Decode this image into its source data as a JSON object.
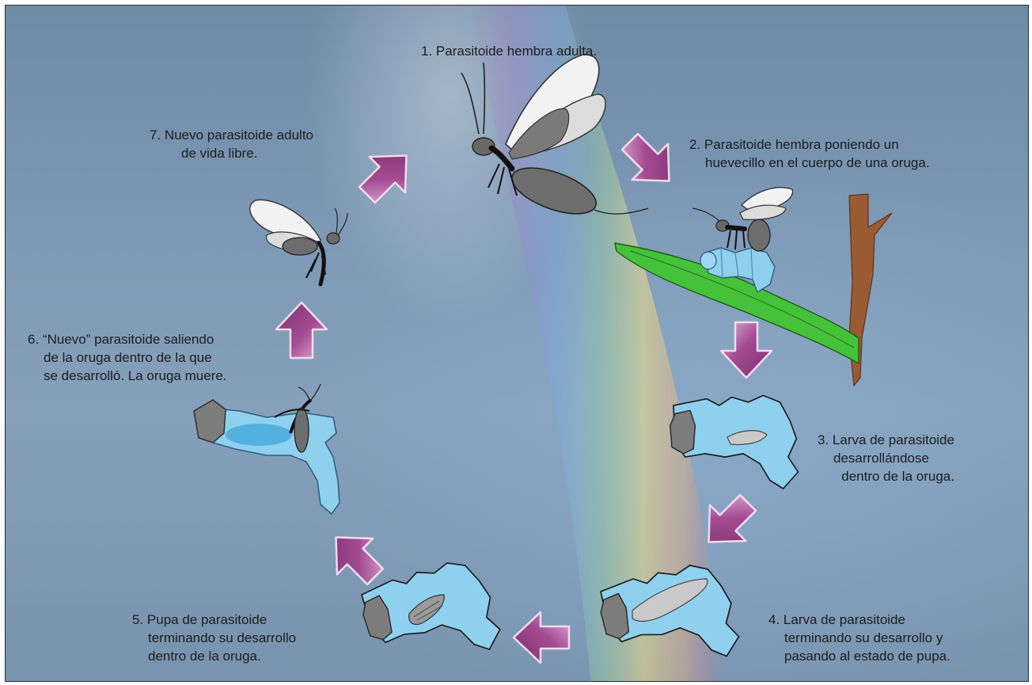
{
  "steps": [
    {
      "number": "1.",
      "lines": [
        "Parasitoide hembra adulta."
      ]
    },
    {
      "number": "2.",
      "lines": [
        "Parasitoide hembra poniendo un",
        "huevecillo en el cuerpo de una oruga."
      ]
    },
    {
      "number": "3.",
      "lines": [
        "Larva de parasitoide",
        "desarrollándose",
        "dentro de la oruga."
      ]
    },
    {
      "number": "4.",
      "lines": [
        "Larva de parasitoide",
        "terminando su desarrollo y",
        "pasando al estado de pupa."
      ]
    },
    {
      "number": "5.",
      "lines": [
        "Pupa de parasitoide",
        "terminando su desarrollo",
        "dentro de la oruga."
      ]
    },
    {
      "number": "6.",
      "lines": [
        "“Nuevo” parasitoide saliendo",
        "de la oruga dentro de la que",
        "se desarrolló. La oruga muere."
      ]
    },
    {
      "number": "7.",
      "lines": [
        "Nuevo parasitoide adulto",
        "de vida libre."
      ]
    }
  ],
  "colors": {
    "arrow_fill": "#a0458f",
    "arrow_highlight": "#d9a3cf",
    "caterpillar": "#8fd0ef",
    "leaf": "#46c23a",
    "branch": "#9a5b33",
    "wasp_body": "#5a5a5a",
    "wing": "#f2f2f2"
  }
}
